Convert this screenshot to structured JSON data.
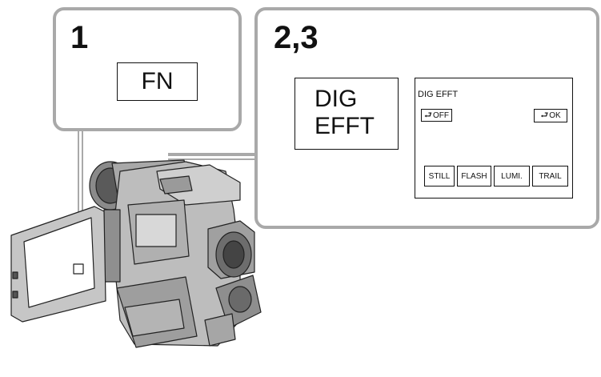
{
  "step1": {
    "number": "1",
    "fn_label": "FN"
  },
  "step23": {
    "number": "2,3",
    "dig_label_line1": "DIG",
    "dig_label_line2": "EFFT",
    "lcd": {
      "title": "DIG EFFT",
      "off_label": "OFF",
      "ok_label": "OK",
      "mode_buttons": [
        "STILL",
        "FLASH",
        "LUMI.",
        "TRAIL"
      ]
    }
  },
  "colors": {
    "callout_border": "#a9a9a9",
    "camera_body": "#bdbdbd",
    "camera_dark": "#7a7a7a",
    "ink": "#111111"
  },
  "icons": {
    "return": "return-arrow-icon"
  }
}
